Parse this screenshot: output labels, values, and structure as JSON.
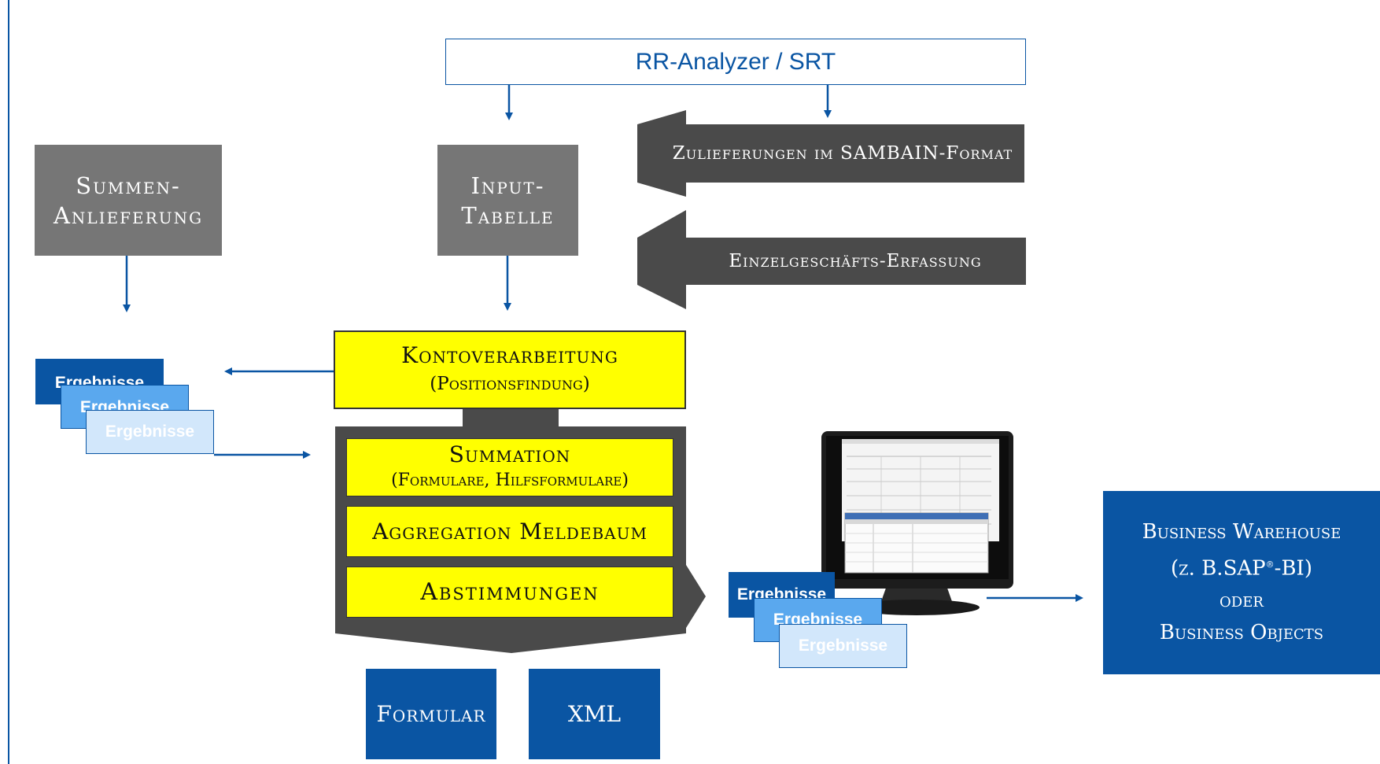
{
  "top_box": "RR-Analyzer / SRT",
  "summen": {
    "line1": "Summen-",
    "line2": "Anlieferung"
  },
  "input": {
    "line1": "Input-",
    "line2": "Tabelle"
  },
  "arrow_zulieferungen": "Zulieferungen im SAMBAIN-Format",
  "arrow_einzel": "Einzelgeschäfts-Erfassung",
  "konto": {
    "line1": "Kontoverarbeitung",
    "line2": "(Positionsfindung)"
  },
  "summation": {
    "line1": "Summation",
    "line2": "(Formulare, Hilfsformulare)"
  },
  "aggregation": "Aggregation Meldebaum",
  "abstimmungen": "Abstimmungen",
  "ergebnisse": "Ergebnisse",
  "formular": "Formular",
  "xml": "XML",
  "bw": {
    "line1": "Business Warehouse",
    "line2_pre": "(z. B.SAP",
    "reg": "®",
    "line2_post": "-BI)",
    "line3": "oder",
    "line4": "Business Objects"
  },
  "colors": {
    "blue": "#0a55a3",
    "gray": "#767676",
    "dark_gray": "#4a4a4a",
    "yellow": "#ffff00",
    "light_blue": "#5aa8ee",
    "pale_blue": "#d2e7fb"
  }
}
